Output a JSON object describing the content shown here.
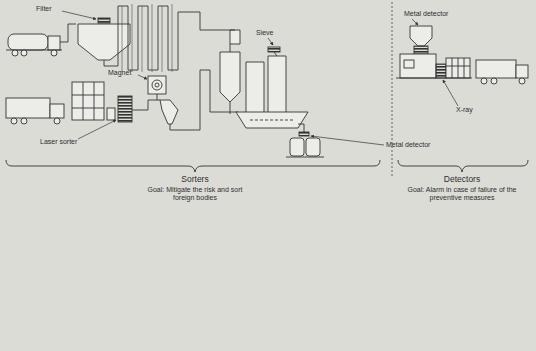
{
  "diagram": {
    "labels": [
      "Filter",
      "Sieve",
      "Magnet",
      "Laser sorter",
      "Metal detector",
      "X-ray",
      "Metal detector",
      "Sorters",
      "Goal: Mitigate the risk and sort foreign bodies",
      "Detectors",
      "Goal: Alarm in case of failure of the preventive measures"
    ]
  }
}
